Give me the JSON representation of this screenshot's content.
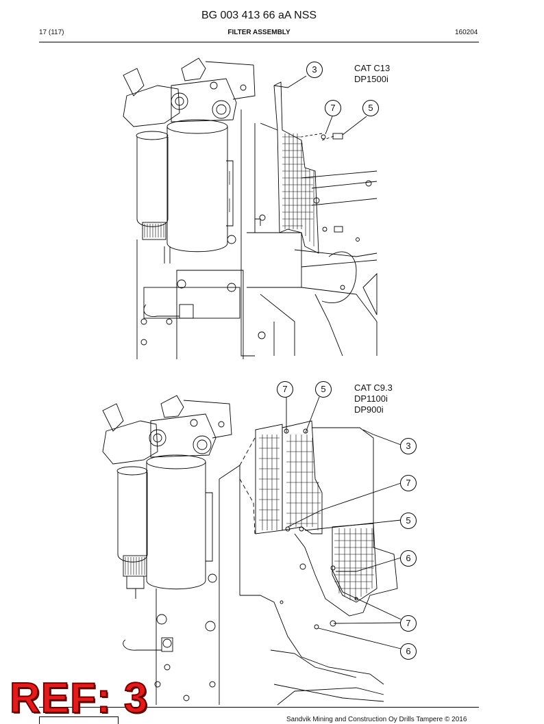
{
  "header": {
    "doc_title": "BG 003 413 66 aA NSS",
    "page": "17 (117)",
    "section": "FILTER ASSEMBLY",
    "code": "160204"
  },
  "figure_top": {
    "variant_lines": "CAT C13\nDP1500i",
    "callouts": [
      "3",
      "7",
      "5"
    ]
  },
  "figure_bottom": {
    "variant_lines": "CAT C9.3\nDP1100i\nDP900i",
    "callouts": [
      "7",
      "5",
      "3",
      "7",
      "5",
      "6",
      "7",
      "6"
    ]
  },
  "stamp": "REF: 3",
  "footer": {
    "copyright": "Sandvik Mining and Construction Oy Drills Tampere © 2016"
  },
  "colors": {
    "stamp": "#e21c1c",
    "line": "#000000"
  }
}
